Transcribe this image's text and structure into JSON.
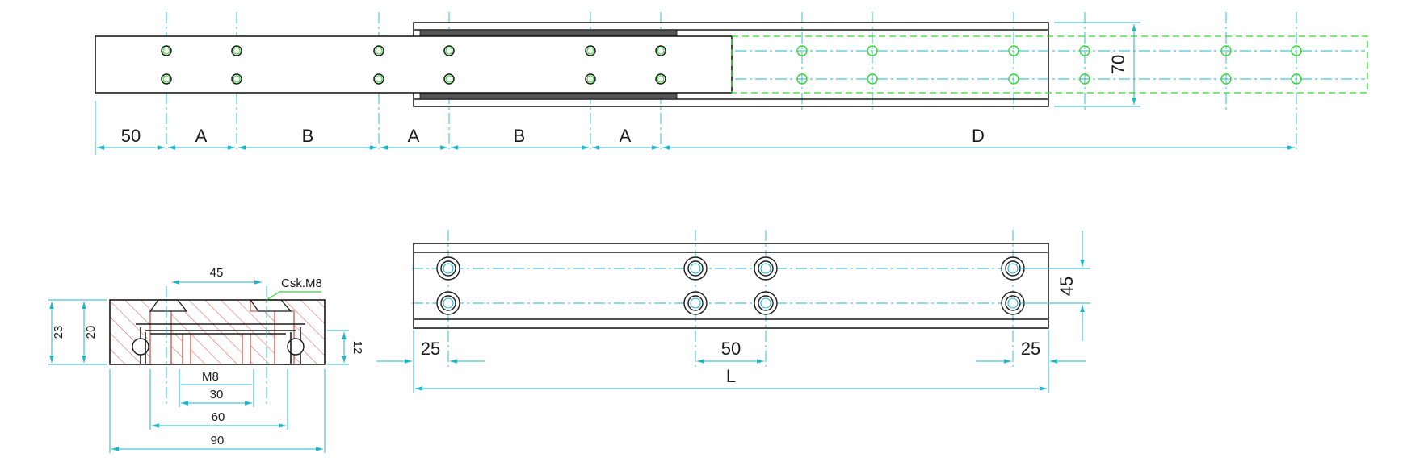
{
  "top_view": {
    "dimensions": [
      "50",
      "A",
      "B",
      "A",
      "B",
      "A",
      "D"
    ],
    "height_label": "70"
  },
  "section_view": {
    "top_width": "45",
    "callout": "Csk.M8",
    "height_outer": "23",
    "height_inner": "20",
    "height_right": "12",
    "thread": "M8",
    "widths": [
      "30",
      "60",
      "90"
    ]
  },
  "bottom_view": {
    "height_label": "45",
    "left_offset": "25",
    "pitch": "50",
    "right_offset": "25",
    "length": "L"
  },
  "colors": {
    "object": "#1a1a1a",
    "dimension": "#1fb5c9",
    "hidden": "#2fd92f",
    "section": "#c0392b"
  }
}
